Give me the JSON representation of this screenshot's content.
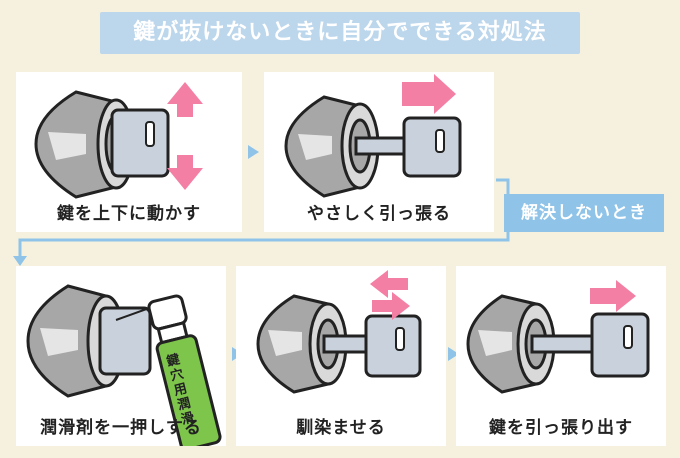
{
  "title": "鍵が抜けないときに自分でできる対処法",
  "connector_label": "解決しないとき",
  "steps": [
    {
      "caption": "鍵を上下に動かす"
    },
    {
      "caption": "やさしく引っ張る"
    },
    {
      "caption": "潤滑剤を一押しする",
      "spray_label": "鍵穴用潤滑"
    },
    {
      "caption": "馴染ませる"
    },
    {
      "caption": "鍵を引っ張り出す"
    }
  ],
  "colors": {
    "background": "#f6f1de",
    "title_bg": "#bcd6ec",
    "connector": "#8fc3e8",
    "arrow": "#f47fa4",
    "key": "#c9d2dc",
    "cylinder": "#a7a7a7",
    "spray_green": "#7ec54b"
  }
}
